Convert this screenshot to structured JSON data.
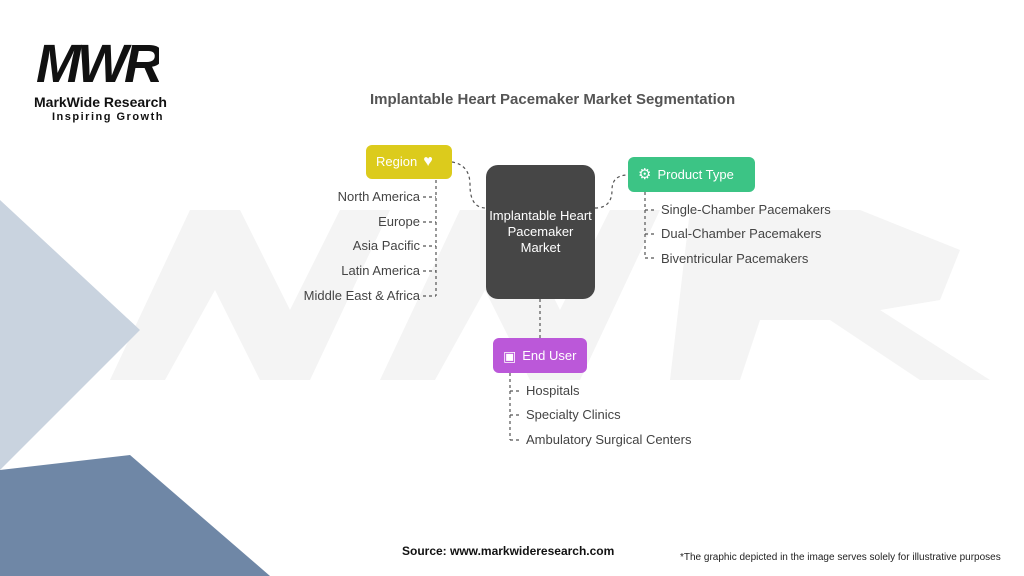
{
  "logo": {
    "mark": "MWR",
    "name": "MarkWide Research",
    "tagline": "Inspiring Growth"
  },
  "title": "Implantable Heart Pacemaker Market Segmentation",
  "center": "Implantable Heart Pacemaker Market",
  "colors": {
    "region": "#dccb1c",
    "product": "#3cc485",
    "enduser": "#bb58d9",
    "center": "#464646"
  },
  "region": {
    "label": "Region",
    "icon": "heart-pulse-icon",
    "items": [
      "North America",
      "Europe",
      "Asia Pacific",
      "Latin America",
      "Middle East & Africa"
    ]
  },
  "product": {
    "label": "Product Type",
    "icon": "head-gear-icon",
    "items": [
      "Single-Chamber Pacemakers",
      "Dual-Chamber Pacemakers",
      "Biventricular Pacemakers"
    ]
  },
  "enduser": {
    "label": "End User",
    "icon": "monitor-heart-icon",
    "items": [
      "Hospitals",
      "Specialty Clinics",
      "Ambulatory Surgical Centers"
    ]
  },
  "source": "Source: www.markwideresearch.com",
  "note": "*The graphic depicted in the image serves solely for illustrative purposes"
}
